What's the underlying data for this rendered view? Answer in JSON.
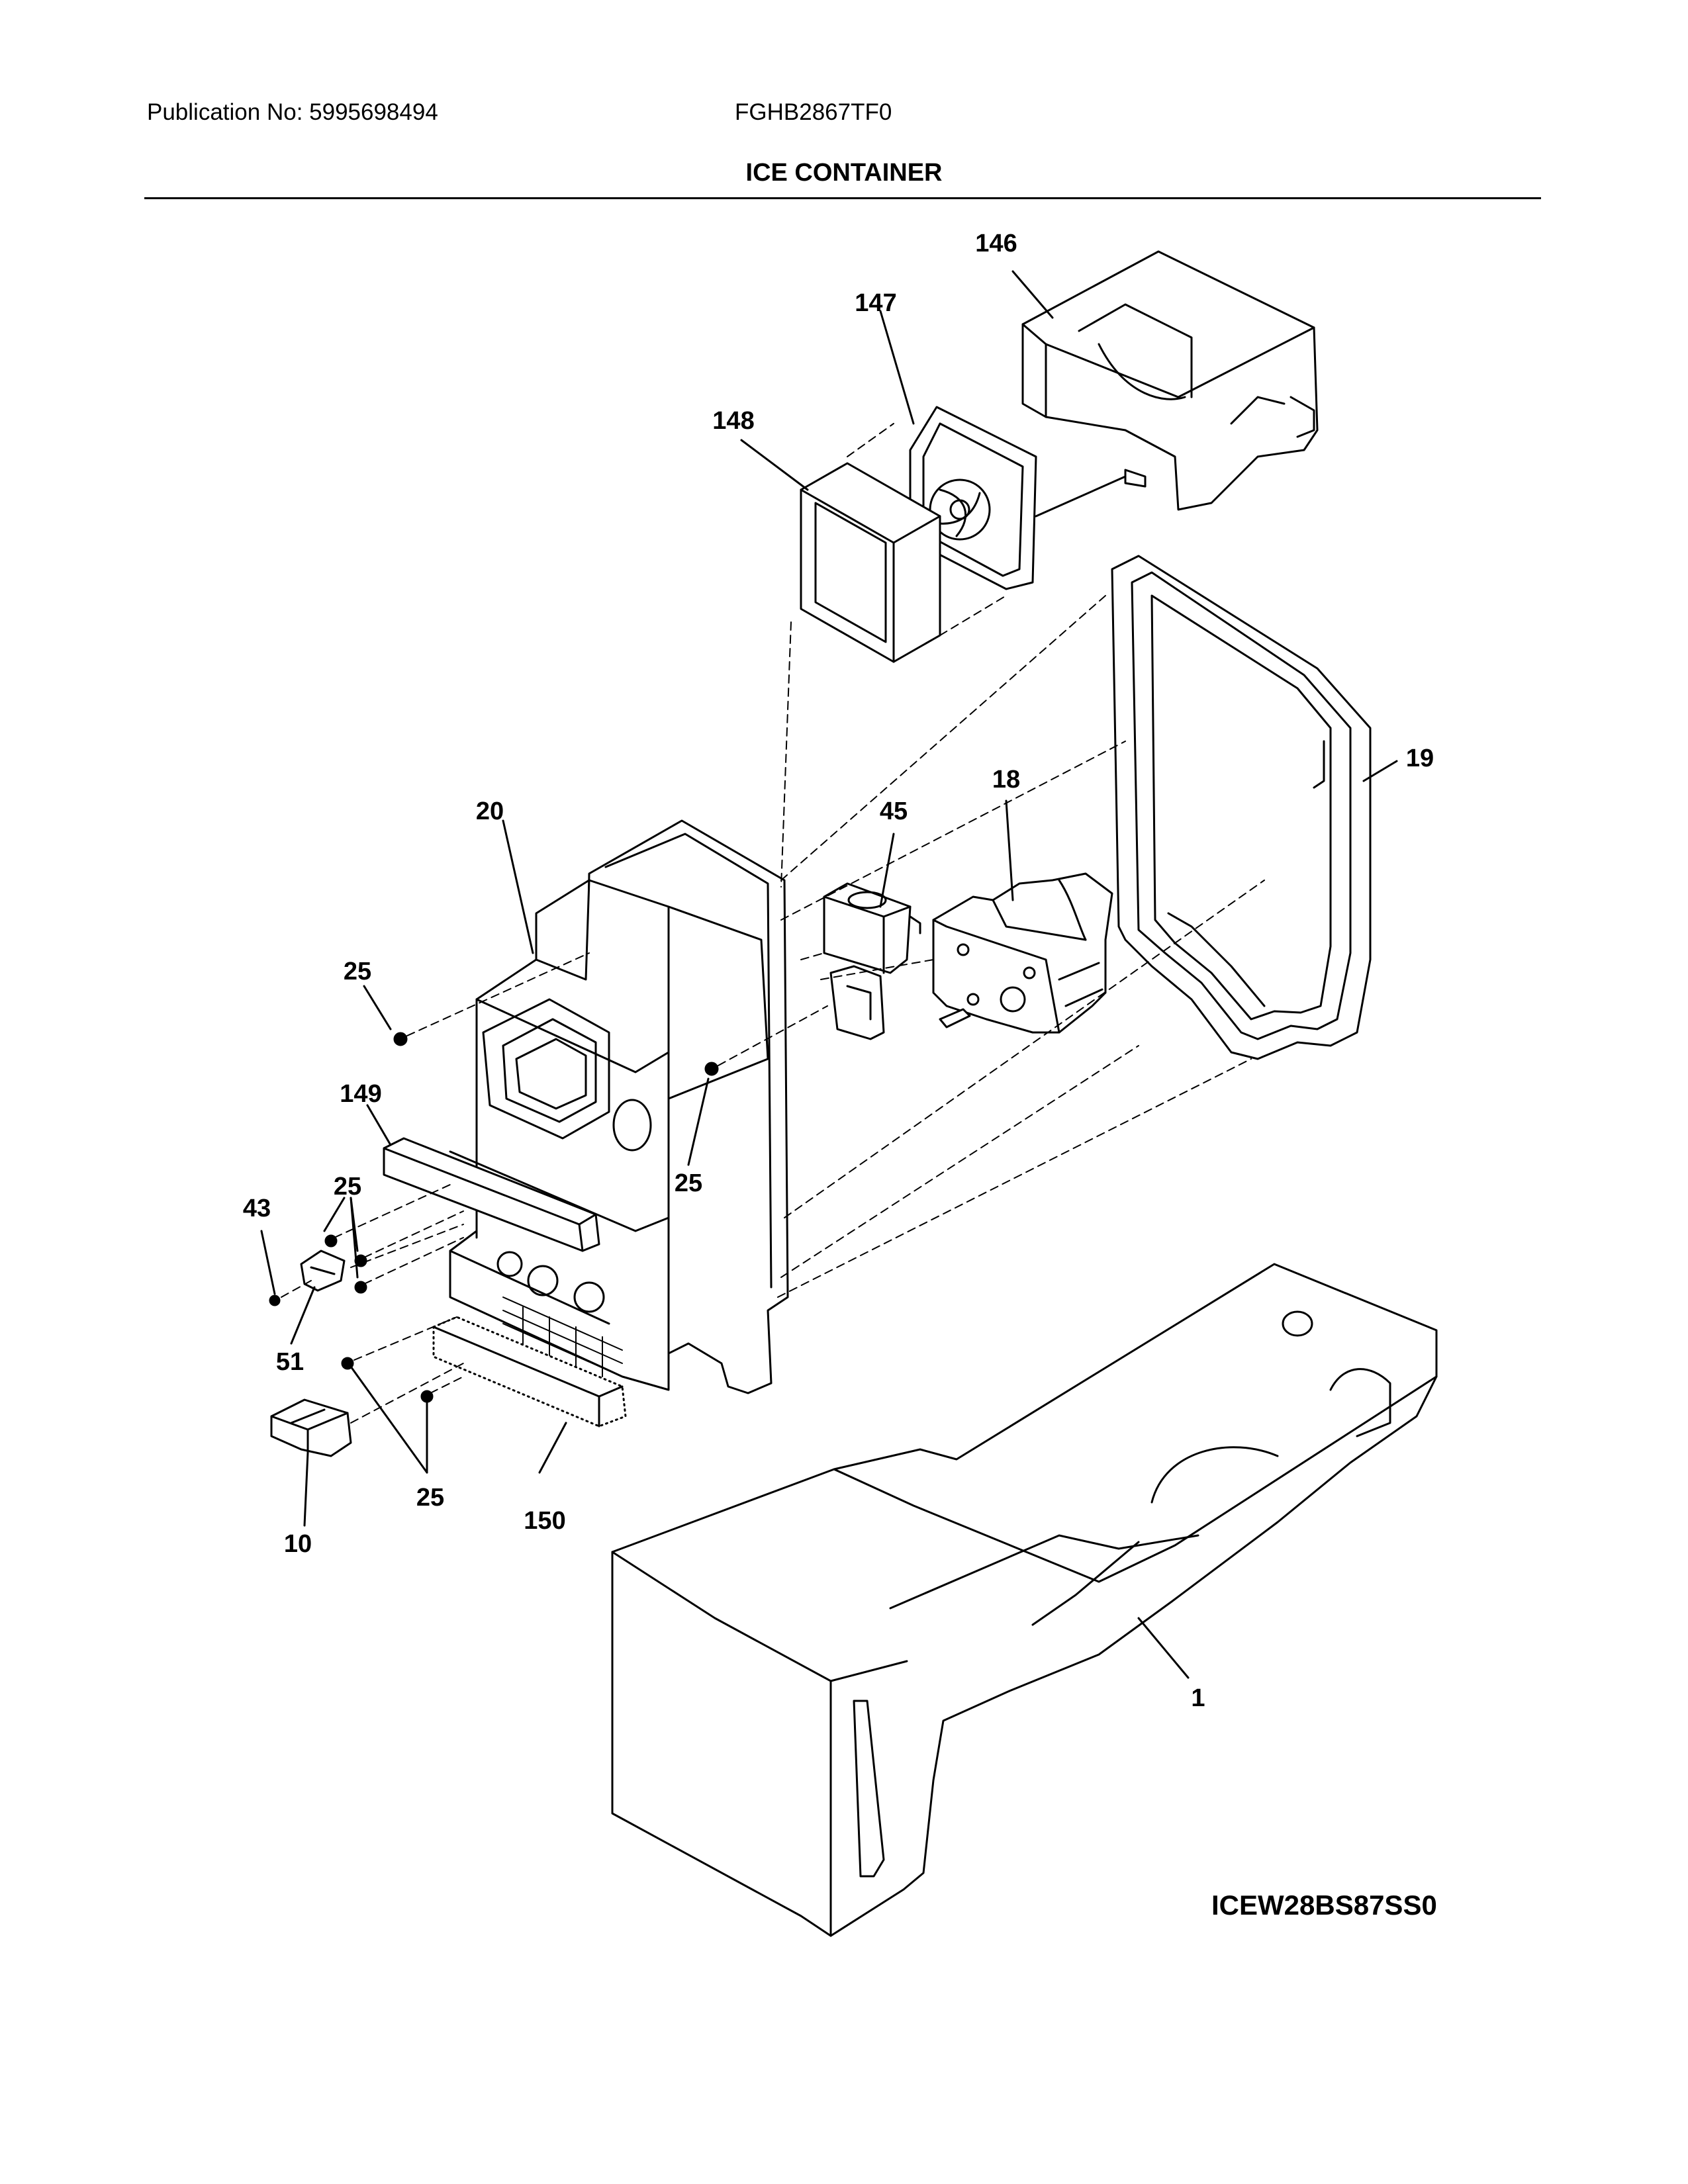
{
  "header": {
    "publication": "Publication No: 5995698494",
    "model": "FGHB2867TF0"
  },
  "title": "ICE CONTAINER",
  "diagram_code": "ICEW28BS87SS0",
  "callouts": [
    {
      "id": "c146",
      "text": "146"
    },
    {
      "id": "c147",
      "text": "147"
    },
    {
      "id": "c148",
      "text": "148"
    },
    {
      "id": "c19",
      "text": "19"
    },
    {
      "id": "c18",
      "text": "18"
    },
    {
      "id": "c45",
      "text": "45"
    },
    {
      "id": "c20",
      "text": "20"
    },
    {
      "id": "c25a",
      "text": "25"
    },
    {
      "id": "c25b",
      "text": "25"
    },
    {
      "id": "c25c",
      "text": "25"
    },
    {
      "id": "c25d",
      "text": "25"
    },
    {
      "id": "c149",
      "text": "149"
    },
    {
      "id": "c43",
      "text": "43"
    },
    {
      "id": "c51",
      "text": "51"
    },
    {
      "id": "c10",
      "text": "10"
    },
    {
      "id": "c150",
      "text": "150"
    },
    {
      "id": "c1",
      "text": "1"
    }
  ]
}
